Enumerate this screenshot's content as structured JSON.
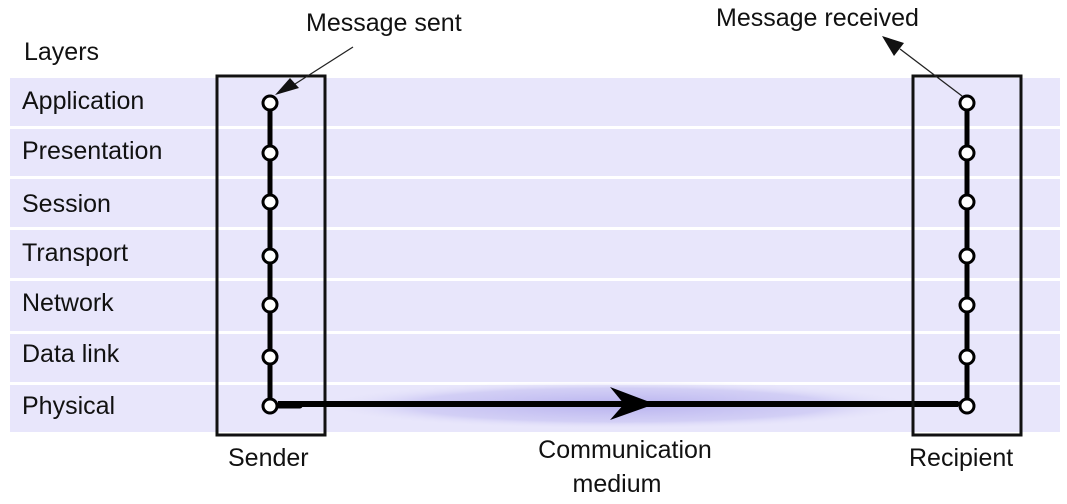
{
  "layers_heading": "Layers",
  "layers": [
    "Application",
    "Presentation",
    "Session",
    "Transport",
    "Network",
    "Data link",
    "Physical"
  ],
  "sender": {
    "label": "Sender",
    "callout": "Message sent"
  },
  "recipient": {
    "label": "Recipient",
    "callout": "Message received"
  },
  "medium": {
    "line1": "Communication",
    "line2": "medium"
  },
  "colors": {
    "band": "#e8e6fb",
    "medium_glow": "#b9b4ef",
    "ink": "#000000"
  }
}
